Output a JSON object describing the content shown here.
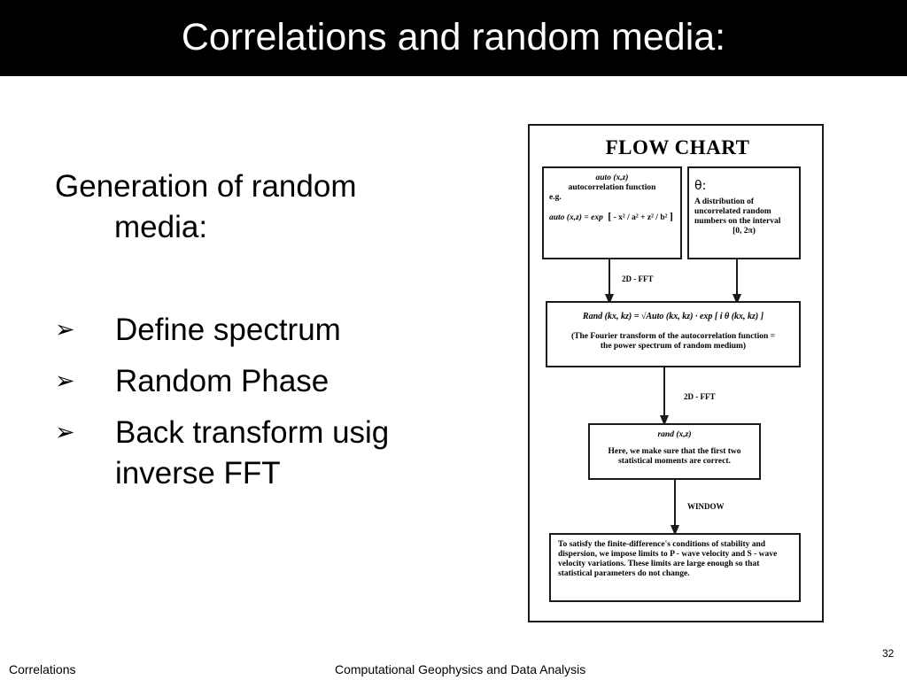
{
  "slide": {
    "title": "Correlations and random media:",
    "heading": "Generation of random media:",
    "bullets": [
      {
        "marker": "➢",
        "text": "Define spectrum"
      },
      {
        "marker": "➢",
        "text": "Random Phase"
      },
      {
        "marker": "➢",
        "text": "Back transform usig inverse FFT"
      }
    ]
  },
  "flowchart": {
    "title": "FLOW CHART",
    "auto_box": {
      "title": "auto (x,z)",
      "subtitle": "autocorrelation function",
      "eg": "e.g.",
      "formula_lhs": "auto (x,z) = exp",
      "formula_rest": "- x² / a² + z² / b²"
    },
    "theta_box": {
      "symbol": "θ:",
      "text": "A distribution of uncorrelated random numbers on the interval",
      "interval": "[0, 2π)"
    },
    "arrow1_label": "2D - FFT",
    "rand_k_box": {
      "formula": "Rand (kx, kz) = √Auto (kx, kz) · exp [ i θ (kx, kz) ]",
      "note": "(The Fourier transform of the autocorrelation function = the power spectrum of random medium)"
    },
    "arrow2_label": "2D - FFT",
    "rand_x_box": {
      "title": "rand (x,z)",
      "text": "Here, we make sure that the first two statistical moments are correct."
    },
    "arrow3_label": "WINDOW",
    "final_box": {
      "text": "To satisfy the finite-difference's conditions of stability and dispersion, we impose limits to P - wave velocity and S - wave velocity variations. These limits are large enough so that statistical parameters do not change."
    }
  },
  "footer": {
    "left": "Correlations",
    "center": "Computational Geophysics and Data Analysis",
    "page_number": "32"
  }
}
